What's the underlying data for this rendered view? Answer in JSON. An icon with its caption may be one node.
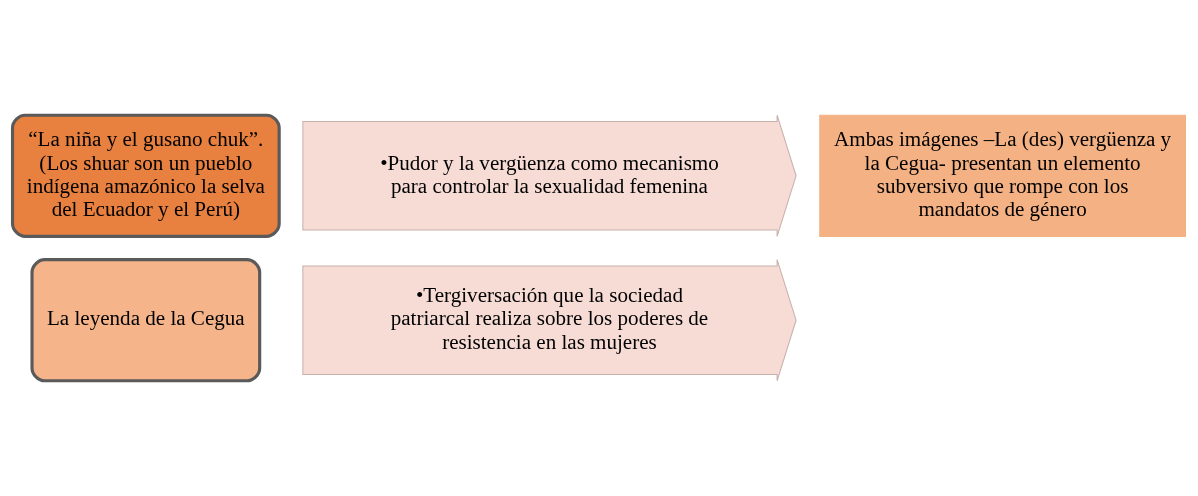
{
  "diagram": {
    "nodes": [
      {
        "text": [
          "“La niña y el gusano chuk”. (Los shuar son un pueblo indígena amazónico la selva del Ecuador y el Perú)"
        ]
      },
      {
        "text": [
          "•Pudor y la vergüenza como mecanismo para controlar la sexualidad femenina"
        ]
      },
      {
        "text": [
          "La leyenda de la Cegua"
        ]
      },
      {
        "text": [
          "•Tergiversación que la sociedad patriarcal realiza sobre los poderes de resistencia en las mujeres"
        ]
      },
      {
        "text": [
          "Ambas imágenes –La (des) vergüenza y la Cegua- presentan un elemento subversivo que rompe con los mandatos de género"
        ]
      }
    ],
    "edges": []
  }
}
